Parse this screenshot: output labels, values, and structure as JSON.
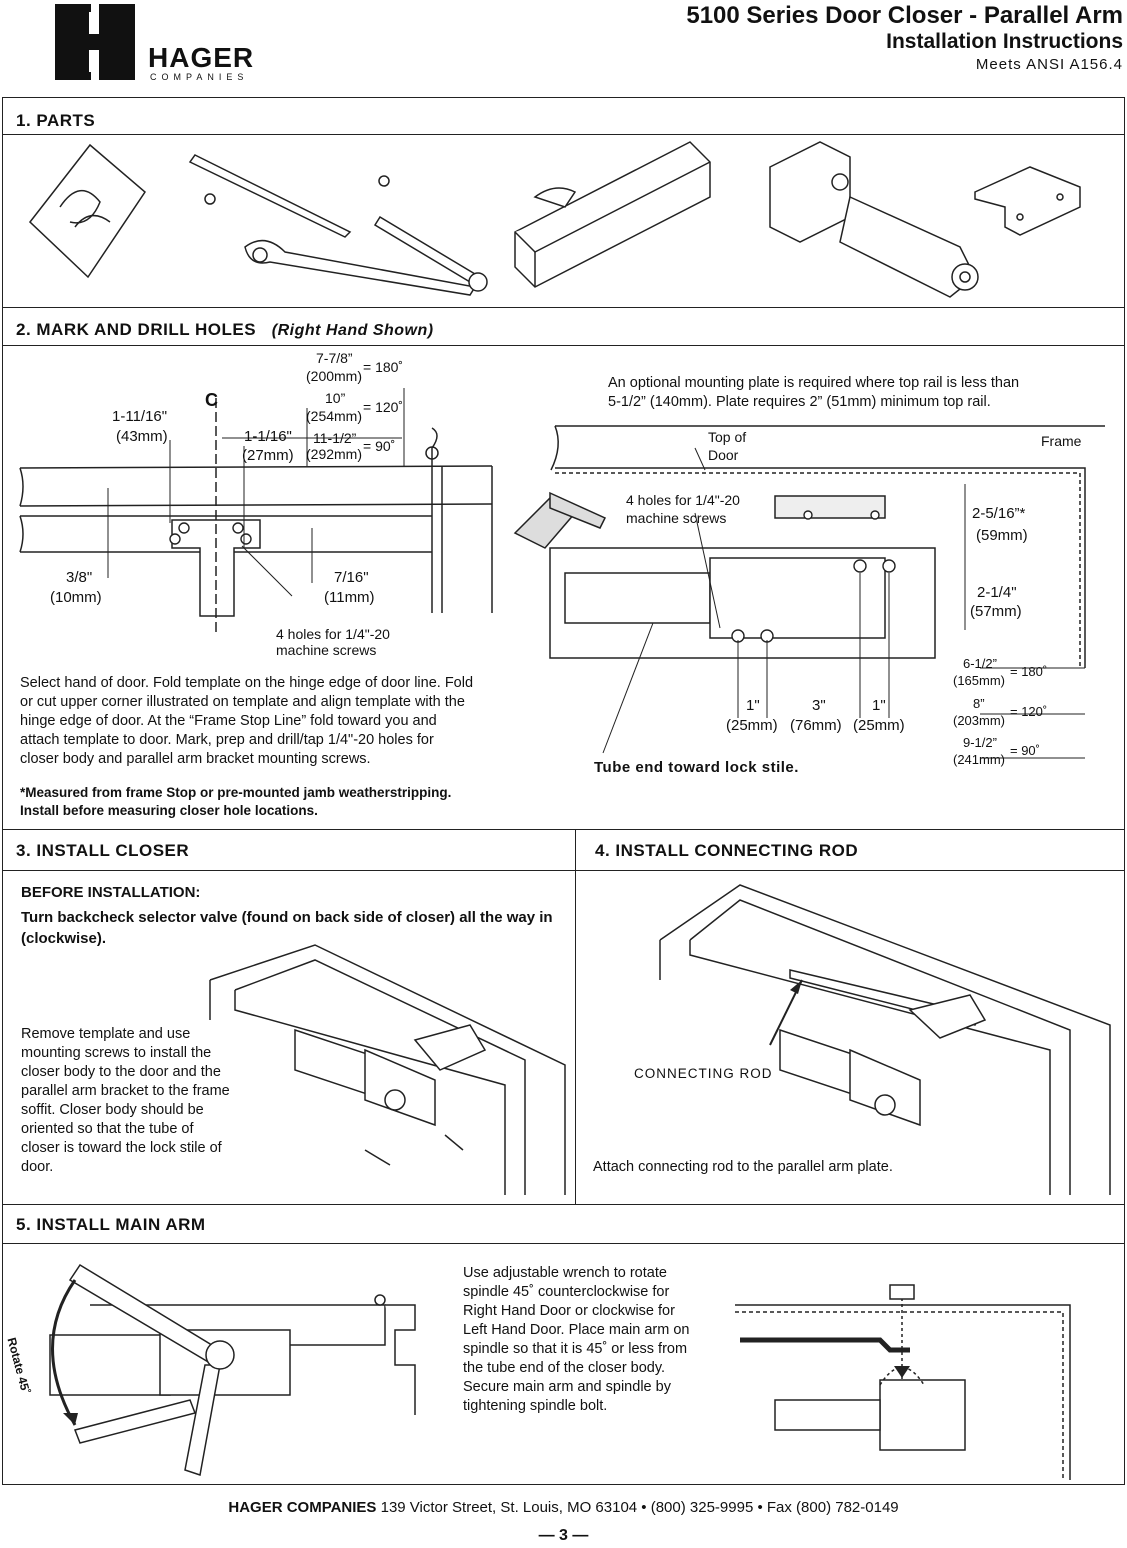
{
  "header": {
    "logo_text": "HAGER",
    "logo_sub": "COMPANIES",
    "title": "5100 Series Door Closer - Parallel Arm",
    "subtitle": "Installation Instructions",
    "standard": "Meets ANSI A156.4"
  },
  "s1": {
    "heading": "1. PARTS"
  },
  "s2": {
    "heading": "2. MARK AND DRILL HOLES",
    "heading_note": "(Right Hand Shown)",
    "dim_180": "7-7/8”",
    "dim_180_mm": "(200mm)",
    "deg_180": "= 180˚",
    "dim_120": "10”",
    "dim_120_mm": "(254mm)",
    "deg_120": "= 120˚",
    "dim_90": "11-1/2”",
    "dim_90_mm": "(292mm)",
    "deg_90": "= 90˚",
    "dim_a": "1-11/16\"",
    "dim_a_mm": "(43mm)",
    "dim_b": "1-1/16\"",
    "dim_b_mm": "(27mm)",
    "dim_c": "3/8\"",
    "dim_c_mm": "(10mm)",
    "dim_d": "7/16\"",
    "dim_d_mm": "(11mm)",
    "cl": "C",
    "holes_label_1": "4 holes for 1/4\"-20",
    "holes_label_2": "machine screws",
    "instructions": "Select hand of door. Fold template on the hinge edge of door line. Fold or cut upper corner illustrated on template and align template with the hinge edge of door. At the “Frame Stop Line” fold toward you and attach template to door. Mark, prep and drill/tap 1/4\"-20 holes for closer body and parallel arm bracket mounting screws.",
    "note_line1": "*Measured from frame Stop or pre-mounted jamb weatherstripping.",
    "note_line2": "Install before measuring closer hole locations.",
    "plate_note_1": "An optional mounting plate is required where top rail is less than",
    "plate_note_2": "5-1/2” (140mm).  Plate requires 2” (51mm) minimum top rail.",
    "top_of_door_1": "Top of",
    "top_of_door_2": "Door",
    "frame_label": "Frame",
    "r_holes_1": "4 holes for 1/4\"-20",
    "r_holes_2": "machine screws",
    "r_dim_a": "2-5/16”*",
    "r_dim_a_mm": "(59mm)",
    "r_dim_b": "2-1/4\"",
    "r_dim_b_mm": "(57mm)",
    "r_d1": "1\"",
    "r_d1_mm": "(25mm)",
    "r_d2": "3\"",
    "r_d2_mm": "(76mm)",
    "r_d3": "1\"",
    "r_d3_mm": "(25mm)",
    "r_180": "6-1/2”",
    "r_180_mm": "(165mm)",
    "r_180_deg": "= 180˚",
    "r_120": "8”",
    "r_120_mm": "(203mm)",
    "r_120_deg": "= 120˚",
    "r_90": "9-1/2”",
    "r_90_mm": "(241mm)",
    "r_90_deg": "= 90˚",
    "tube_note": "Tube end toward lock stile."
  },
  "s3": {
    "heading": "3. INSTALL CLOSER",
    "before_title": "BEFORE INSTALLATION:",
    "before_text": "Turn backcheck selector valve (found on back side of closer) all the way in (clockwise).",
    "body": "Remove template and use mounting screws to install the closer body to the door and the parallel arm bracket to the frame soffit. Closer body should be oriented so that the tube of closer is toward the lock stile of door."
  },
  "s4": {
    "heading": "4. INSTALL CONNECTING ROD",
    "rod_label": "CONNECTING ROD",
    "body": "Attach connecting rod to the parallel arm plate."
  },
  "s5": {
    "heading": "5. INSTALL MAIN ARM",
    "rotate_label": "Rotate 45˚",
    "body": "Use adjustable wrench to rotate spindle 45˚ counterclockwise for Right Hand Door or clockwise for Left Hand Door. Place main arm on spindle so that it is 45˚ or less from the tube end of the closer body. Secure main arm and spindle by tightening spindle bolt."
  },
  "footer": {
    "company": "HAGER COMPANIES",
    "address": " 139 Victor Street, St. Louis, MO 63104 • (800) 325-9995 • Fax (800) 782-0149",
    "page": "— 3 —"
  }
}
